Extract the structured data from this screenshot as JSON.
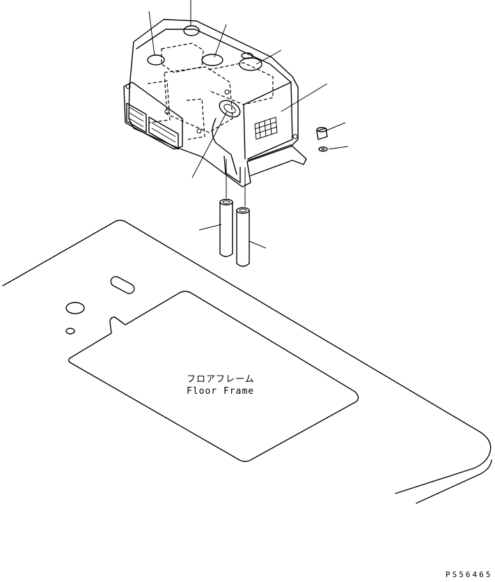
{
  "labels": {
    "floor_frame_jp": "フロアフレーム",
    "floor_frame_en": "Floor Frame",
    "drawing_code": "PS56465"
  },
  "colors": {
    "line": "#000000",
    "background": "#ffffff"
  }
}
